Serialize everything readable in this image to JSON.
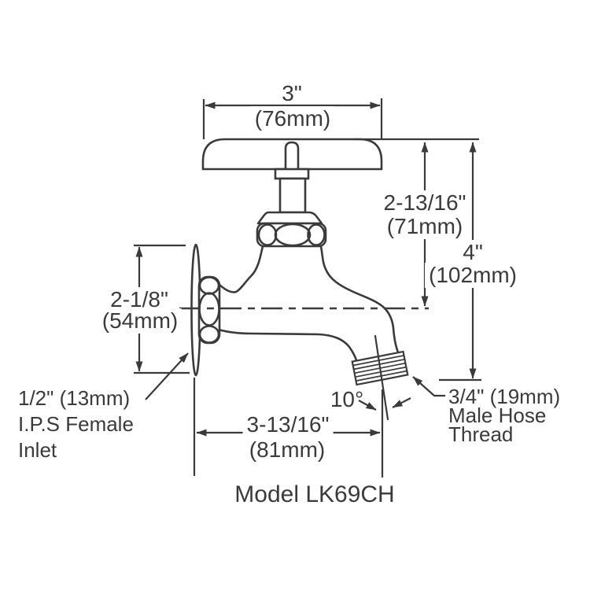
{
  "drawing": {
    "title": "Model LK69CH",
    "line_color": "#3a3a3a",
    "dimensions": {
      "handle_width": {
        "value": "3\"",
        "metric": "(76mm)"
      },
      "top_to_center": {
        "value": "2-13/16\"",
        "metric": "(71mm)"
      },
      "top_to_outlet": {
        "value": "4\"",
        "metric": "(102mm)"
      },
      "flange_height": {
        "value": "2-1/8\"",
        "metric": "(54mm)"
      },
      "wall_to_outlet": {
        "value": "3-13/16\"",
        "metric": "(81mm)"
      },
      "outlet_angle": {
        "value": "10°"
      }
    },
    "callouts": {
      "inlet": {
        "line1": "1/2\" (13mm)",
        "line2": "I.P.S Female",
        "line3": "Inlet"
      },
      "outlet": {
        "line1": "3/4\" (19mm)",
        "line2": "Male Hose",
        "line3": "Thread"
      }
    }
  }
}
